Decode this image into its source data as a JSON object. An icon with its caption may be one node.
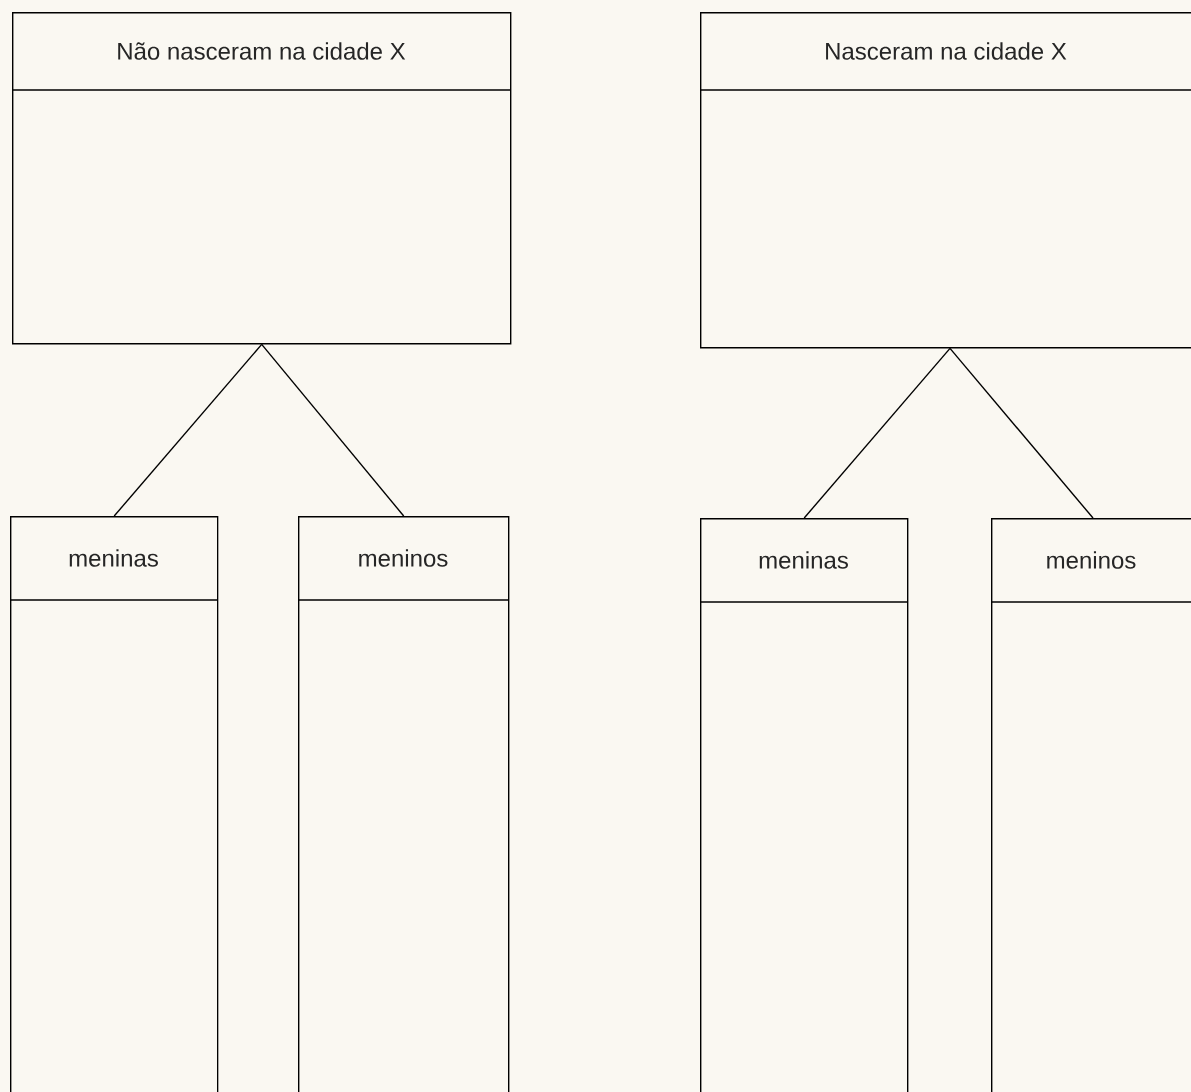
{
  "diagram": {
    "nodes": [
      {
        "text": [
          "Não nasceram na cidade X"
        ]
      },
      {
        "text": [
          "Nasceram na cidade X"
        ]
      },
      {
        "text": [
          "meninas"
        ]
      },
      {
        "text": [
          "meninos"
        ]
      },
      {
        "text": [
          "meninas"
        ]
      },
      {
        "text": [
          "meninos"
        ]
      }
    ],
    "edges": [
      {
        "from": 0,
        "to": 2,
        "arrow": "none"
      },
      {
        "from": 0,
        "to": 3,
        "arrow": "none"
      },
      {
        "from": 1,
        "to": 4,
        "arrow": "none"
      },
      {
        "from": 1,
        "to": 5,
        "arrow": "none"
      }
    ]
  }
}
